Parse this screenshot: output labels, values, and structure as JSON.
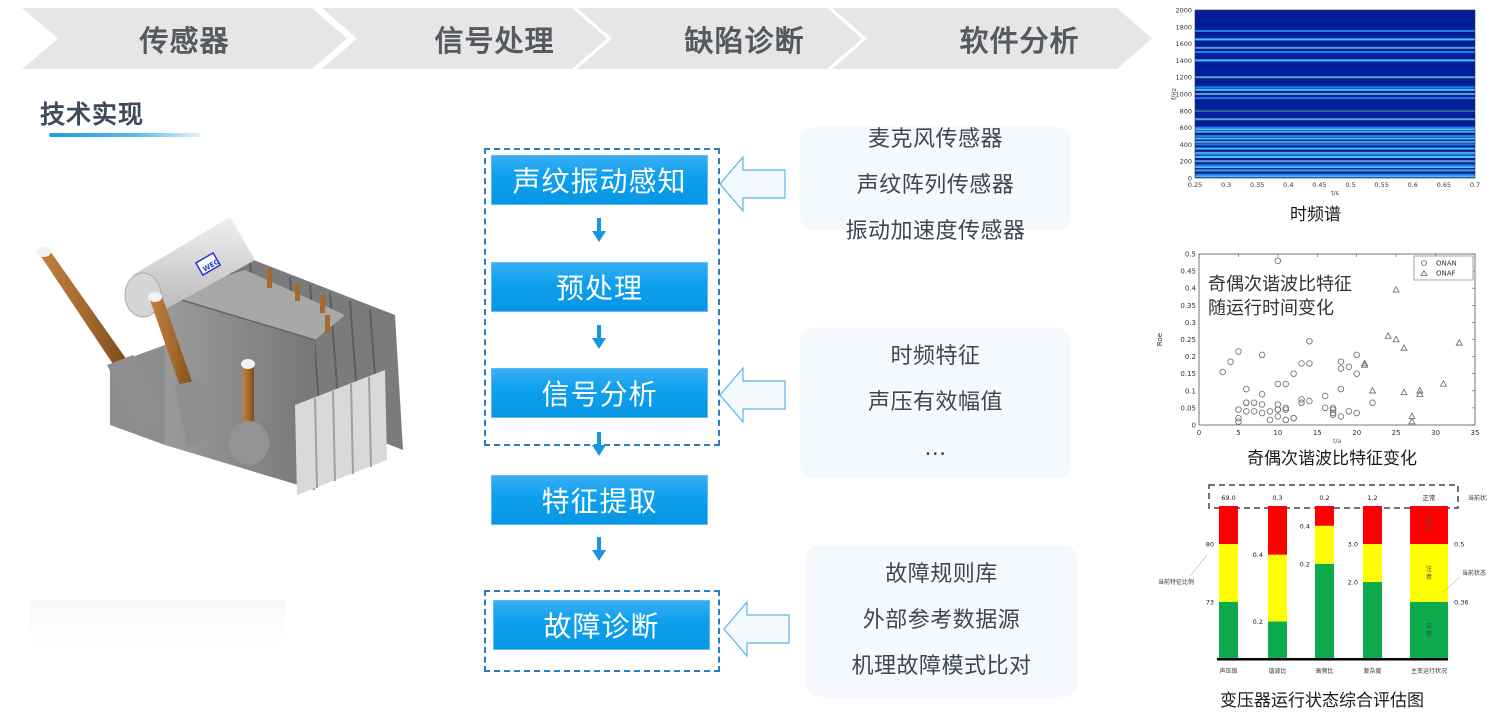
{
  "banner": {
    "steps": [
      "传感器",
      "信号处理",
      "缺陷诊断",
      "软件分析"
    ]
  },
  "section": {
    "title": "技术实现"
  },
  "illustration": {
    "name": "power-transformer",
    "brand_badge": "WEG"
  },
  "flow": {
    "steps": [
      "声纹振动感知",
      "预处理",
      "信号分析",
      "特征提取",
      "故障诊断"
    ]
  },
  "inputs": [
    {
      "target": "声纹振动感知",
      "lines": [
        "麦克风传感器",
        "声纹阵列传感器",
        "振动加速度传感器"
      ]
    },
    {
      "target": "信号分析",
      "lines": [
        "时频特征",
        "声压有效幅值",
        "…"
      ]
    },
    {
      "target": "故障诊断",
      "lines": [
        "故障规则库",
        "外部参考数据源",
        "机理故障模式比对"
      ]
    }
  ],
  "colors": {
    "flow_blue": "#0a9bea",
    "dash_blue": "#2a7cc7",
    "banner_gray": "#e6e6e6",
    "bar_red": "#ff0000",
    "bar_yellow": "#ffff00",
    "bar_green": "#0cab4e"
  },
  "chart_data": [
    {
      "type": "heatmap",
      "title": "时频谱",
      "xlabel": "t/s",
      "ylabel": "f/Hz",
      "xlim": [
        0.25,
        0.7
      ],
      "ylim": [
        0,
        2000
      ],
      "xticks": [
        "0.25",
        "0.3",
        "0.35",
        "0.4",
        "0.45",
        "0.5",
        "0.55",
        "0.6",
        "0.65",
        "0.7"
      ],
      "yticks": [
        "0",
        "200",
        "400",
        "600",
        "800",
        "1000",
        "1200",
        "1400",
        "1600",
        "1800",
        "2000"
      ],
      "bands_hz": [
        20,
        40,
        90,
        130,
        150,
        200,
        250,
        280,
        300,
        350,
        400,
        430,
        470,
        500,
        550,
        580,
        600,
        700,
        800,
        950,
        1000,
        1050,
        1080,
        1200,
        1400,
        1500,
        1550,
        1650,
        1750
      ]
    },
    {
      "type": "scatter",
      "title": "奇偶次谐波比特征变化",
      "annotation": [
        "奇偶次谐波比特征",
        "随运行时间变化"
      ],
      "xlabel": "t/a",
      "ylabel": "Roe",
      "xlim": [
        0,
        35
      ],
      "ylim": [
        0,
        0.5
      ],
      "xticks": [
        "0",
        "5",
        "10",
        "15",
        "20",
        "25",
        "30",
        "35"
      ],
      "yticks": [
        "0",
        "0.05",
        "0.1",
        "0.15",
        "0.2",
        "0.25",
        "0.3",
        "0.35",
        "0.4",
        "0.45",
        "0.5"
      ],
      "legend": "top-right",
      "series": [
        {
          "name": "ONAN",
          "marker": "circle",
          "points": [
            [
              3,
              0.155
            ],
            [
              4,
              0.185
            ],
            [
              5,
              0.215
            ],
            [
              5,
              0.045
            ],
            [
              5,
              0.02
            ],
            [
              5,
              0.01
            ],
            [
              6,
              0.105
            ],
            [
              6,
              0.065
            ],
            [
              6,
              0.065
            ],
            [
              6,
              0.04
            ],
            [
              7,
              0.065
            ],
            [
              7,
              0.04
            ],
            [
              8,
              0.205
            ],
            [
              8,
              0.09
            ],
            [
              8,
              0.06
            ],
            [
              8,
              0.035
            ],
            [
              9,
              0.04
            ],
            [
              9,
              0.015
            ],
            [
              10,
              0.48
            ],
            [
              10,
              0.12
            ],
            [
              10,
              0.06
            ],
            [
              10,
              0.045
            ],
            [
              10,
              0.045
            ],
            [
              10,
              0.025
            ],
            [
              11,
              0.12
            ],
            [
              11,
              0.05
            ],
            [
              11,
              0.045
            ],
            [
              11,
              0.015
            ],
            [
              11,
              0.015
            ],
            [
              12,
              0.15
            ],
            [
              12,
              0.02
            ],
            [
              12,
              0.02
            ],
            [
              13,
              0.18
            ],
            [
              13,
              0.075
            ],
            [
              13,
              0.065
            ],
            [
              14,
              0.245
            ],
            [
              14,
              0.18
            ],
            [
              14,
              0.07
            ],
            [
              16,
              0.085
            ],
            [
              16,
              0.05
            ],
            [
              17,
              0.05
            ],
            [
              17,
              0.045
            ],
            [
              17,
              0.035
            ],
            [
              17,
              0.03
            ],
            [
              18,
              0.185
            ],
            [
              18,
              0.165
            ],
            [
              18,
              0.105
            ],
            [
              18,
              0.025
            ],
            [
              19,
              0.17
            ],
            [
              19,
              0.04
            ],
            [
              20,
              0.205
            ],
            [
              20,
              0.15
            ],
            [
              20,
              0.035
            ],
            [
              22,
              0.065
            ]
          ]
        },
        {
          "name": "ONAF",
          "marker": "triangle",
          "points": [
            [
              21,
              0.18
            ],
            [
              21,
              0.175
            ],
            [
              22,
              0.1
            ],
            [
              24,
              0.26
            ],
            [
              25,
              0.395
            ],
            [
              25,
              0.25
            ],
            [
              26,
              0.225
            ],
            [
              26,
              0.095
            ],
            [
              27,
              0.025
            ],
            [
              27,
              0.01
            ],
            [
              28,
              0.1
            ],
            [
              28,
              0.09
            ],
            [
              31,
              0.12
            ],
            [
              33,
              0.24
            ]
          ]
        }
      ]
    },
    {
      "type": "bar",
      "title": "变压器运行状态综合评估图",
      "categories": [
        "声压级",
        "谐波比",
        "高频比",
        "复杂度",
        "主变运行状况"
      ],
      "current_values": [
        "69.0",
        "0.3",
        "0.2",
        "1.2",
        "正常"
      ],
      "current_label_right": "当前状态",
      "left_annotation": "当前特征比例",
      "right_annotation": "当前状态",
      "segments_order": [
        "green",
        "yellow",
        "red"
      ],
      "bars": [
        {
          "category": "声压级",
          "fractions": [
            0.37,
            0.38,
            0.25
          ],
          "thresholds": [
            "73",
            "80"
          ]
        },
        {
          "category": "谐波比",
          "fractions": [
            0.24,
            0.44,
            0.32
          ],
          "thresholds": [
            "0.2",
            "0.4"
          ]
        },
        {
          "category": "高频比",
          "fractions": [
            0.62,
            0.25,
            0.13
          ],
          "thresholds": [
            "0.2",
            "0.4"
          ]
        },
        {
          "category": "复杂度",
          "fractions": [
            0.5,
            0.25,
            0.25
          ],
          "thresholds": [
            "2.0",
            "3.0"
          ]
        },
        {
          "category": "主变运行状况",
          "fractions": [
            0.37,
            0.38,
            0.25
          ],
          "thresholds": [
            "0.36",
            "0.5"
          ],
          "segment_labels": [
            "正常",
            "注意",
            "异常"
          ]
        }
      ]
    }
  ]
}
